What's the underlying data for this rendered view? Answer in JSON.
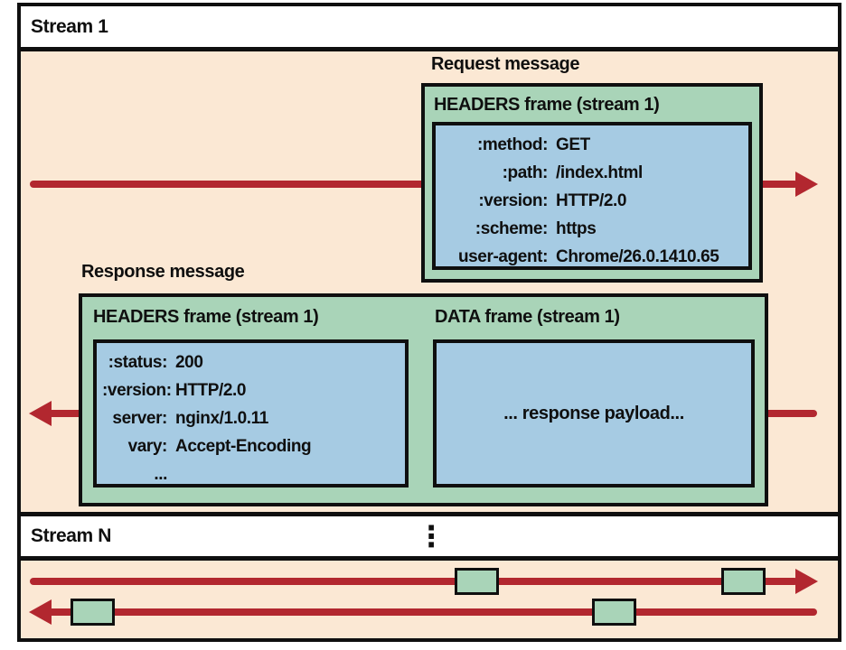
{
  "colors": {
    "ink": "#0f0f0f",
    "peach": "#fbe8d4",
    "green": "#a9d4b8",
    "blue": "#a6cbe3",
    "red": "#b2272f",
    "white": "#ffffff"
  },
  "stream1": {
    "label": "Stream 1",
    "request": {
      "label": "Request message",
      "frame_title": "HEADERS frame (stream 1)",
      "headers": [
        {
          "key": ":method:",
          "value": "GET"
        },
        {
          "key": ":path:",
          "value": "/index.html"
        },
        {
          "key": ":version:",
          "value": "HTTP/2.0"
        },
        {
          "key": ":scheme:",
          "value": "https"
        },
        {
          "key": "user-agent:",
          "value": "Chrome/26.0.1410.65"
        }
      ]
    },
    "response": {
      "label": "Response message",
      "headers_frame_title": "HEADERS frame (stream 1)",
      "data_frame_title": "DATA frame (stream 1)",
      "headers": [
        {
          "key": ":status:",
          "value": "200"
        },
        {
          "key": ":version:",
          "value": "HTTP/2.0"
        },
        {
          "key": "server:",
          "value": "nginx/1.0.11"
        },
        {
          "key": "vary:",
          "value": "Accept-Encoding"
        },
        {
          "key": "...",
          "value": ""
        }
      ],
      "payload": "... response payload..."
    }
  },
  "streamN": {
    "label": "Stream N",
    "ellipsis": "⋮"
  }
}
